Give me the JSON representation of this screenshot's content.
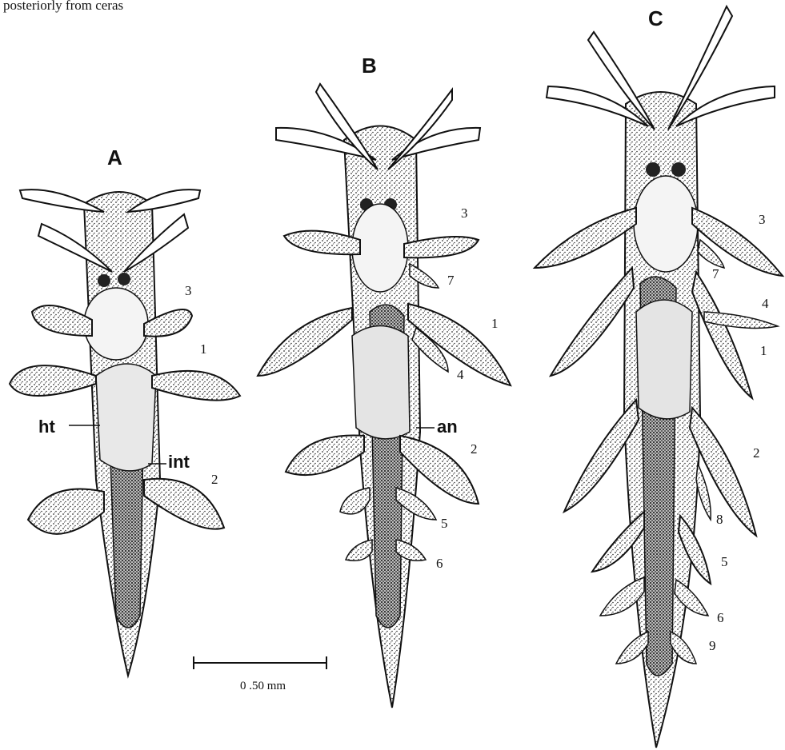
{
  "figure": {
    "caption_fragment": "posteriorly from ceras",
    "panels": [
      {
        "label": "A",
        "cerata": [
          "3",
          "1",
          "2"
        ],
        "annotations": [
          "ht",
          "int"
        ]
      },
      {
        "label": "B",
        "cerata": [
          "3",
          "7",
          "1",
          "4",
          "2",
          "5",
          "6"
        ],
        "annotations": [
          "an"
        ]
      },
      {
        "label": "C",
        "cerata": [
          "3",
          "7",
          "4",
          "1",
          "2",
          "8",
          "5",
          "6",
          "9"
        ]
      }
    ],
    "scale_bar": {
      "label": "0 .50 mm"
    }
  },
  "colors": {
    "ink": "#111111",
    "stipple": "#444444",
    "paper": "#ffffff"
  }
}
